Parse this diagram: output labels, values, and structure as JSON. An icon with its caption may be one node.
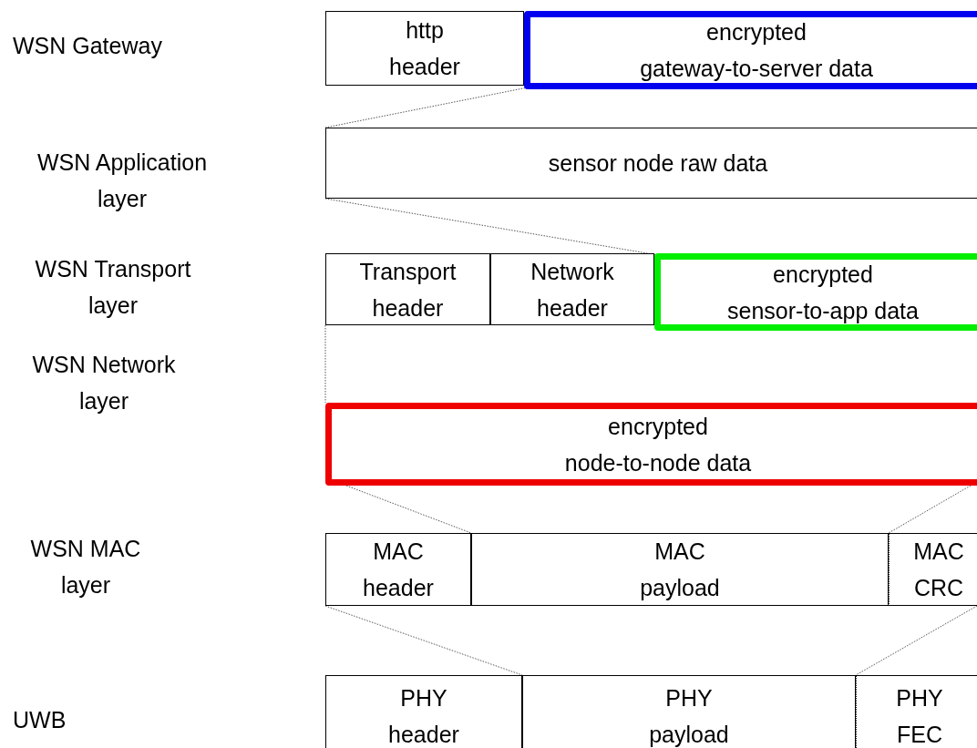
{
  "diagram": {
    "nodes": [
      {
        "text": [
          "http header"
        ]
      },
      {
        "text": [
          "encrypted gateway-to-server data"
        ]
      },
      {
        "text": [
          "sensor node raw data"
        ]
      },
      {
        "text": [
          "Transport header"
        ]
      },
      {
        "text": [
          "Network header"
        ]
      },
      {
        "text": [
          "encrypted sensor-to-app data"
        ]
      },
      {
        "text": [
          "encrypted node-to-node data"
        ]
      },
      {
        "text": [
          "MAC header"
        ]
      },
      {
        "text": [
          "MAC payload"
        ]
      },
      {
        "text": [
          "MAC CRC"
        ]
      },
      {
        "text": [
          "PHY header"
        ]
      },
      {
        "text": [
          "PHY payload"
        ]
      },
      {
        "text": [
          "PHY FEC"
        ]
      }
    ],
    "edges": [
      {
        "from": 1,
        "to": 2,
        "arrow": "none",
        "style": "dashed"
      },
      {
        "from": 2,
        "to": 5,
        "arrow": "none",
        "style": "dashed"
      },
      {
        "from": 3,
        "to": 6,
        "arrow": "none",
        "style": "dashed"
      },
      {
        "from": 6,
        "to": 7,
        "arrow": "none",
        "style": "dashed"
      },
      {
        "from": 6,
        "to": 9,
        "arrow": "none",
        "style": "dashed"
      },
      {
        "from": 7,
        "to": 10,
        "arrow": "none",
        "style": "dashed"
      },
      {
        "from": 9,
        "to": 12,
        "arrow": "none",
        "style": "dashed"
      }
    ],
    "labels": [
      "WSN Gateway",
      "WSN Application layer",
      "WSN Transport layer",
      "WSN Network layer",
      "WSN MAC layer",
      "UWB"
    ]
  }
}
